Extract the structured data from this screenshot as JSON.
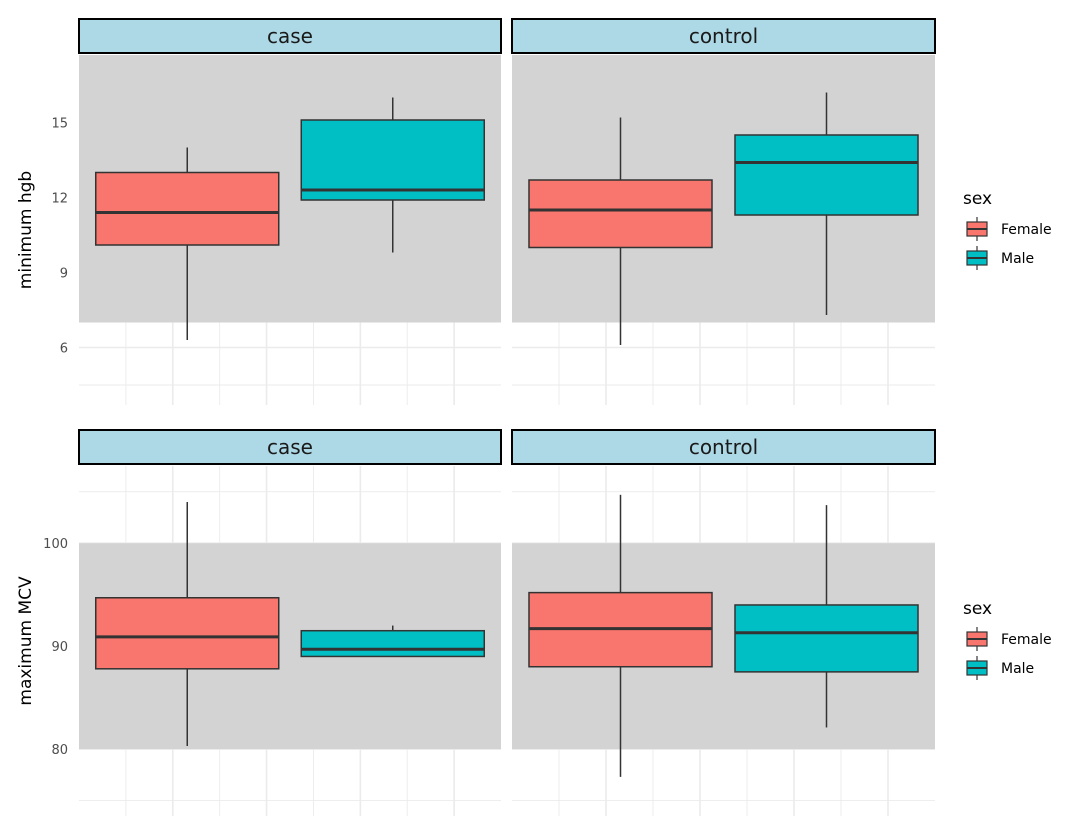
{
  "chart_data": [
    {
      "type": "boxplot",
      "ylabel": "minimum hgb",
      "yticks": [
        6,
        9,
        12,
        15
      ],
      "ylim": [
        3.7,
        17.7
      ],
      "shaded_band": [
        7,
        17.7
      ],
      "legend": {
        "title": "sex",
        "entries": [
          "Female",
          "Male"
        ],
        "position": "right"
      },
      "facets": [
        {
          "label": "case",
          "boxes": [
            {
              "group": "Female",
              "min": 6.3,
              "q1": 10.1,
              "median": 11.4,
              "q3": 13.0,
              "max": 14.0
            },
            {
              "group": "Male",
              "min": 9.8,
              "q1": 11.9,
              "median": 12.3,
              "q3": 15.1,
              "max": 16.0
            }
          ]
        },
        {
          "label": "control",
          "boxes": [
            {
              "group": "Female",
              "min": 6.1,
              "q1": 10.0,
              "median": 11.5,
              "q3": 12.7,
              "max": 15.2
            },
            {
              "group": "Male",
              "min": 7.3,
              "q1": 11.3,
              "median": 13.4,
              "q3": 14.5,
              "max": 16.2
            }
          ]
        }
      ]
    },
    {
      "type": "boxplot",
      "ylabel": "maximum MCV",
      "yticks": [
        80,
        90,
        100
      ],
      "ylim": [
        73.5,
        107.5
      ],
      "shaded_band": [
        80,
        100
      ],
      "legend": {
        "title": "sex",
        "entries": [
          "Female",
          "Male"
        ],
        "position": "right"
      },
      "facets": [
        {
          "label": "case",
          "boxes": [
            {
              "group": "Female",
              "min": 80.3,
              "q1": 87.8,
              "median": 90.9,
              "q3": 94.7,
              "max": 104.0
            },
            {
              "group": "Male",
              "min": 89.0,
              "q1": 89.0,
              "median": 89.7,
              "q3": 91.5,
              "max": 92.0
            }
          ]
        },
        {
          "label": "control",
          "boxes": [
            {
              "group": "Female",
              "min": 77.3,
              "q1": 88.0,
              "median": 91.7,
              "q3": 95.2,
              "max": 104.7
            },
            {
              "group": "Male",
              "min": 82.1,
              "q1": 87.5,
              "median": 91.3,
              "q3": 94.0,
              "max": 103.7
            }
          ]
        }
      ]
    }
  ],
  "colors": {
    "Female": "#F8766D",
    "Male": "#00BFC4",
    "strip": "#ADD8E6",
    "band": "#D3D3D3",
    "grid": "#EBEBEB",
    "outline": "#333333"
  }
}
